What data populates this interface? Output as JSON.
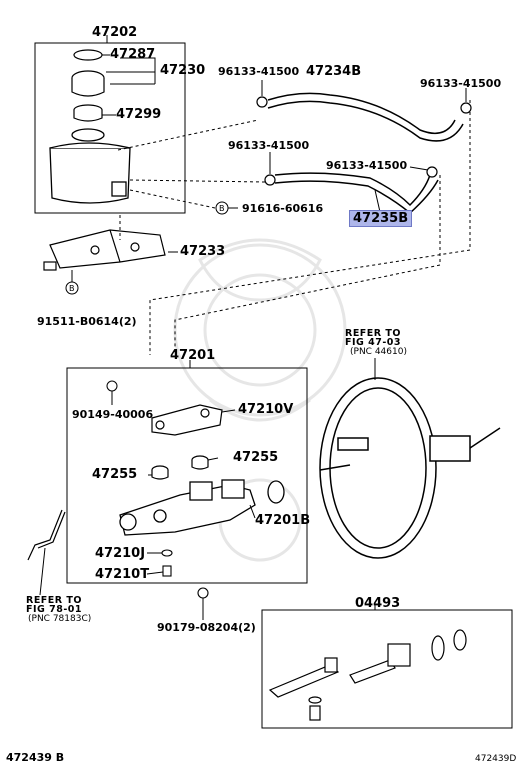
{
  "parts": {
    "p47202": "47202",
    "p47287": "47287",
    "p47230": "47230",
    "p47299": "47299",
    "p96133_a": "96133-41500",
    "p47234B": "47234B",
    "p96133_b": "96133-41500",
    "p96133_c": "96133-41500",
    "p96133_d": "96133-41500",
    "p91616": "91616-60616",
    "p47235B": "47235B",
    "p47233": "47233",
    "p91511": "91511-B0614(2)",
    "p47201": "47201",
    "p90149": "90149-40006",
    "p47210V": "47210V",
    "p47255_a": "47255",
    "p47255_b": "47255",
    "p47201B": "47201B",
    "p47210J": "47210J",
    "p47210T": "47210T",
    "p90179": "90179-08204(2)",
    "p04493": "04493"
  },
  "refs": {
    "top_right_l1": "REFER TO",
    "top_right_l2": "FIG 47-03",
    "top_right_l3": "(PNC 44610)",
    "left_l1": "REFER TO",
    "left_l2": "FIG 78-01",
    "left_l3": "(PNC 78183C)"
  },
  "markers": {
    "b": "B"
  },
  "footer": {
    "left": "472439 B",
    "right": "472439D"
  },
  "colors": {
    "highlight": "#aeb6ea",
    "line": "#000000",
    "watermark": "#e6e6e6"
  }
}
